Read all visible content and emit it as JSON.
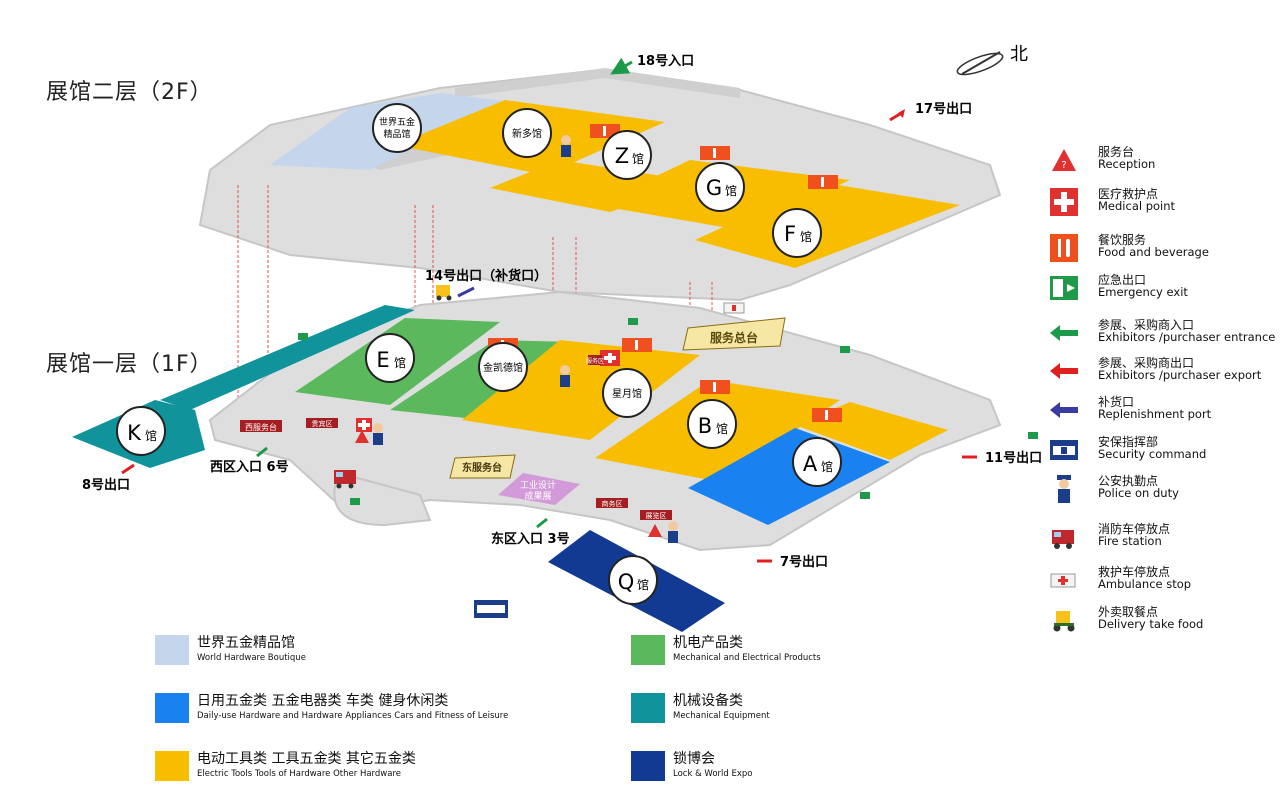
{
  "floors": {
    "f2_title": "展馆二层（2F）",
    "f1_title": "展馆一层（1F）"
  },
  "compass": "北",
  "halls": {
    "z_letter": "Z",
    "g_letter": "G",
    "f_letter": "F",
    "e_letter": "E",
    "b_letter": "B",
    "a_letter": "A",
    "k_letter": "K",
    "q_letter": "Q",
    "suffix": "馆",
    "world_line1": "世界五金",
    "world_line2": "精品馆",
    "xinduo": "新多馆",
    "jinkaide": "金凯德馆",
    "xingyue": "星月馆"
  },
  "spots": {
    "service_desk": "服务总台",
    "west_desk": "西服务台",
    "east_desk": "东服务台",
    "industrial_line1": "工业设计",
    "industrial_line2": "成果展",
    "side_a": "贵宾区",
    "side_b": "商务区",
    "side_c": "展览区",
    "side_d": "服务区"
  },
  "gates": {
    "g18": "18号入口",
    "g17": "17号出口",
    "g14": "14号出口（补货口）",
    "g8": "8号出口",
    "west6": "西区入口 6号",
    "g11": "11号出口",
    "east3": "东区入口 3号",
    "g7": "7号出口"
  },
  "legend": [
    {
      "icon": "reception-icon",
      "zh": "服务台",
      "en": "Reception"
    },
    {
      "icon": "medical-icon",
      "zh": "医疗救护点",
      "en": "Medical point"
    },
    {
      "icon": "food-icon",
      "zh": "餐饮服务",
      "en": "Food and beverage"
    },
    {
      "icon": "emergency-exit-icon",
      "zh": "应急出口",
      "en": "Emergency exit"
    },
    {
      "icon": "entrance-arrow-icon",
      "zh": "参展、采购商入口",
      "en": "Exhibitors /purchaser entrance"
    },
    {
      "icon": "export-arrow-icon",
      "zh": "参展、采购商出口",
      "en": "Exhibitors /purchaser export"
    },
    {
      "icon": "replenish-arrow-icon",
      "zh": "补货口",
      "en": "Replenishment port"
    },
    {
      "icon": "security-command-icon",
      "zh": "安保指挥部",
      "en": "Security command"
    },
    {
      "icon": "police-icon",
      "zh": "公安执勤点",
      "en": "Police on duty"
    },
    {
      "icon": "fire-truck-icon",
      "zh": "消防车停放点",
      "en": "Fire station"
    },
    {
      "icon": "ambulance-icon",
      "zh": "救护车停放点",
      "en": "Ambulance stop"
    },
    {
      "icon": "delivery-icon",
      "zh": "外卖取餐点",
      "en": "Delivery take food"
    }
  ],
  "categories": [
    {
      "zh": "世界五金精品馆",
      "en": "World Hardware Boutique",
      "color": "#c5d6ec"
    },
    {
      "zh": "机电产品类",
      "en": "Mechanical and Electrical Products",
      "color": "#5cb85c"
    },
    {
      "zh": "日用五金类  五金电器类  车类  健身休闲类",
      "en": "Daily-use Hardware and Hardware Appliances    Cars and Fitness of Leisure",
      "color": "#1a82f0"
    },
    {
      "zh": "机械设备类",
      "en": "Mechanical Equipment",
      "color": "#10939a"
    },
    {
      "zh": "电动工具类  工具五金类  其它五金类",
      "en": "Electric Tools   Tools of Hardware    Other Hardware",
      "color": "#f9bd00"
    },
    {
      "zh": "锁博会",
      "en": "Lock & World Expo",
      "color": "#123a93"
    }
  ],
  "colors": {
    "floor": "#dedede",
    "floor_edge": "#c6c6c6",
    "boutique": "#c5d6ec",
    "mechanical_electrical": "#5cb85c",
    "daily_use": "#1a82f0",
    "machinery": "#10939a",
    "tools": "#f9bd00",
    "lock_expo": "#123a93",
    "food": "#f0501e",
    "entrance_arrow": "#1a9a4a",
    "export_arrow": "#e02020",
    "replenish_arrow": "#3a3aa0"
  }
}
